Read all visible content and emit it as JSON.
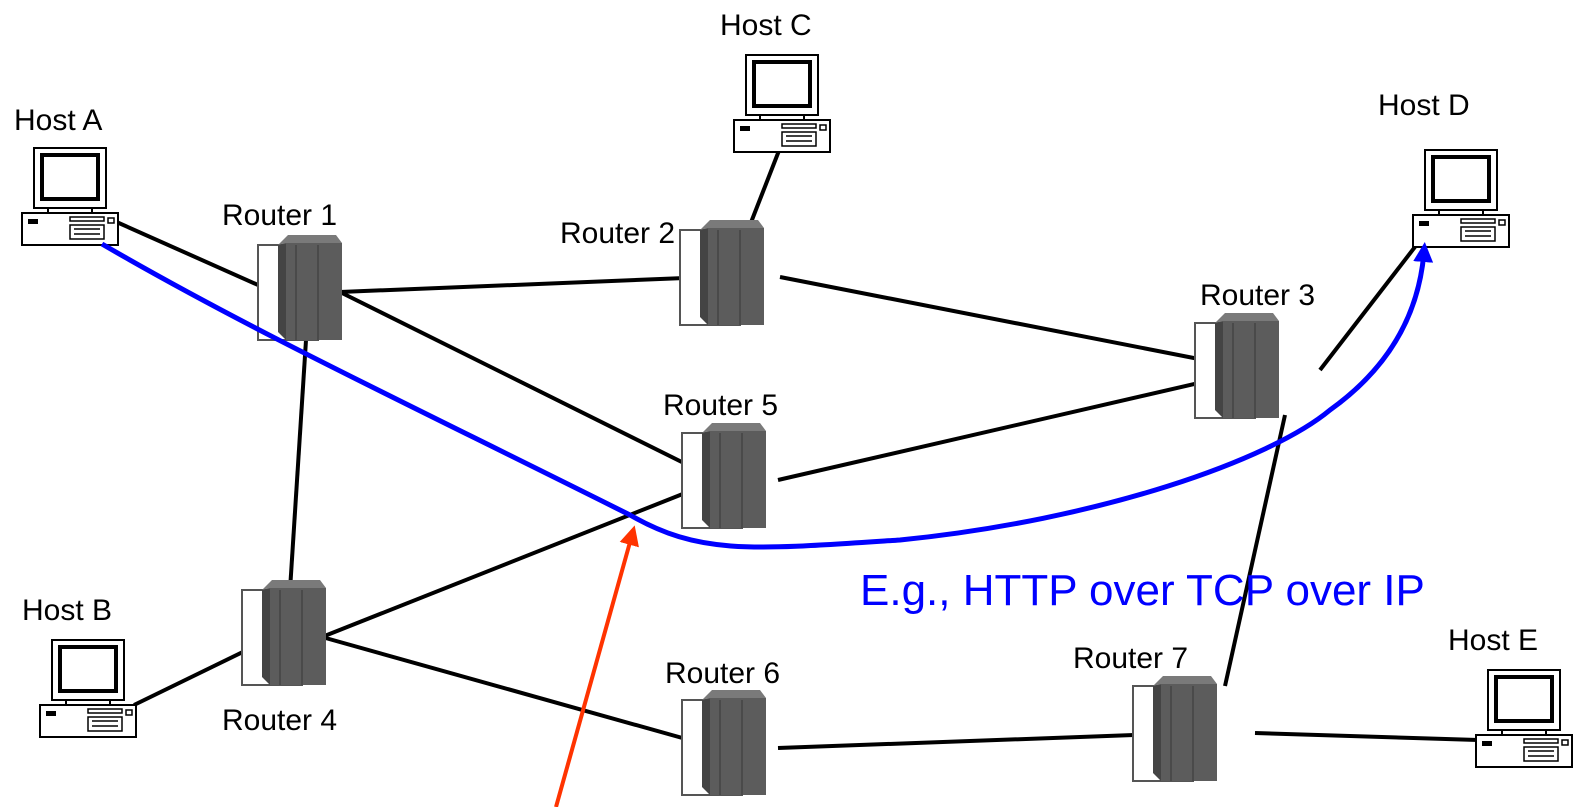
{
  "colors": {
    "link": "#000000",
    "path": "#0000ff",
    "pointer": "#ff3300",
    "router_body": "#5c5c5c",
    "router_top": "#7a7a7a",
    "router_dark": "#444444"
  },
  "hosts": [
    {
      "id": "A",
      "label": "Host A"
    },
    {
      "id": "B",
      "label": "Host B"
    },
    {
      "id": "C",
      "label": "Host C"
    },
    {
      "id": "D",
      "label": "Host D"
    },
    {
      "id": "E",
      "label": "Host E"
    }
  ],
  "routers": [
    {
      "id": "R1",
      "label": "Router 1"
    },
    {
      "id": "R2",
      "label": "Router 2"
    },
    {
      "id": "R3",
      "label": "Router 3"
    },
    {
      "id": "R4",
      "label": "Router 4"
    },
    {
      "id": "R5",
      "label": "Router 5"
    },
    {
      "id": "R6",
      "label": "Router 6"
    },
    {
      "id": "R7",
      "label": "Router 7"
    }
  ],
  "links": [
    [
      "A",
      "R1"
    ],
    [
      "B",
      "R4"
    ],
    [
      "C",
      "R2"
    ],
    [
      "D",
      "R3"
    ],
    [
      "E",
      "R7"
    ],
    [
      "R1",
      "R2"
    ],
    [
      "R1",
      "R5"
    ],
    [
      "R1",
      "R4"
    ],
    [
      "R2",
      "R3"
    ],
    [
      "R5",
      "R3"
    ],
    [
      "R4",
      "R5"
    ],
    [
      "R4",
      "R6"
    ],
    [
      "R6",
      "R7"
    ],
    [
      "R3",
      "R7"
    ]
  ],
  "path_annotation": "E.g., HTTP over TCP over IP"
}
